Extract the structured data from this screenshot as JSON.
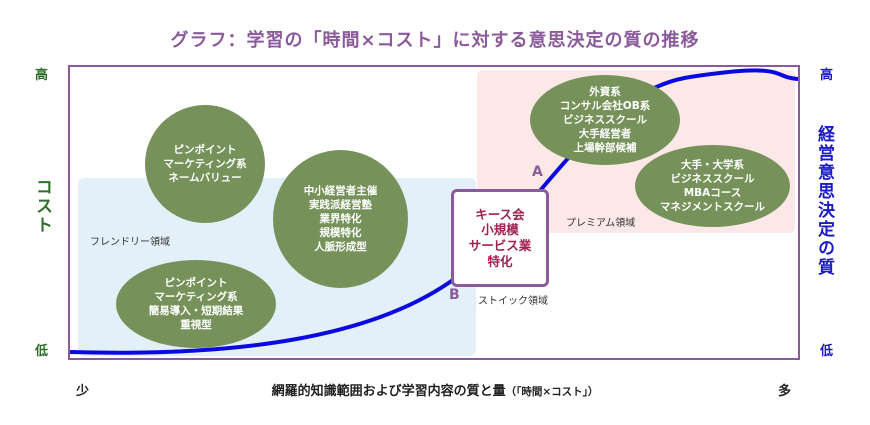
{
  "title": "グラフ：学習の「時間×コスト」に対する意思決定の質の推移",
  "left_axis": {
    "label": "コスト",
    "high": "高",
    "low": "低"
  },
  "right_axis": {
    "label": "経営意思決定の質",
    "high": "高",
    "low": "低"
  },
  "x_axis": {
    "label": "網羅的知識範囲および学習内容の質と量",
    "sub": "（「時間×コスト」）",
    "low": "少",
    "high": "多"
  },
  "regions": {
    "friendly": "フレンドリー領域",
    "premium": "プレミアム領域",
    "sticky": "ストイック領域"
  },
  "bubbles": {
    "pinpoint_name": "ピンポイント\nマーケティング系\nネームバリュー",
    "pinpoint_short": "ピンポイント\nマーケティング系\n簡易導入・短期結果\n重視型",
    "sme": "中小経営者主催\n実践派経営塾\n業界特化\n規模特化\n人脈形成型",
    "consul": "外資系\nコンサル会社OB系\nビジネススクール\n大手経営者\n上場幹部候補",
    "university": "大手・大学系\nビジネススクール\nMBAコース\nマネジメントスクール"
  },
  "kees_box": "キース会\n小規模\nサービス業\n特化",
  "markers": {
    "a": "A",
    "b": "B"
  },
  "colors": {
    "title": "#8b5a9b",
    "frame": "#8b5a9b",
    "bubble": "#76925a",
    "curve": "#0a0ae0",
    "cost_label": "#2f6e2a",
    "quality_label": "#1a1ac8",
    "kees_text": "#a0214f",
    "friendly_region": "#e3eff9",
    "premium_region": "#fde8e8"
  }
}
